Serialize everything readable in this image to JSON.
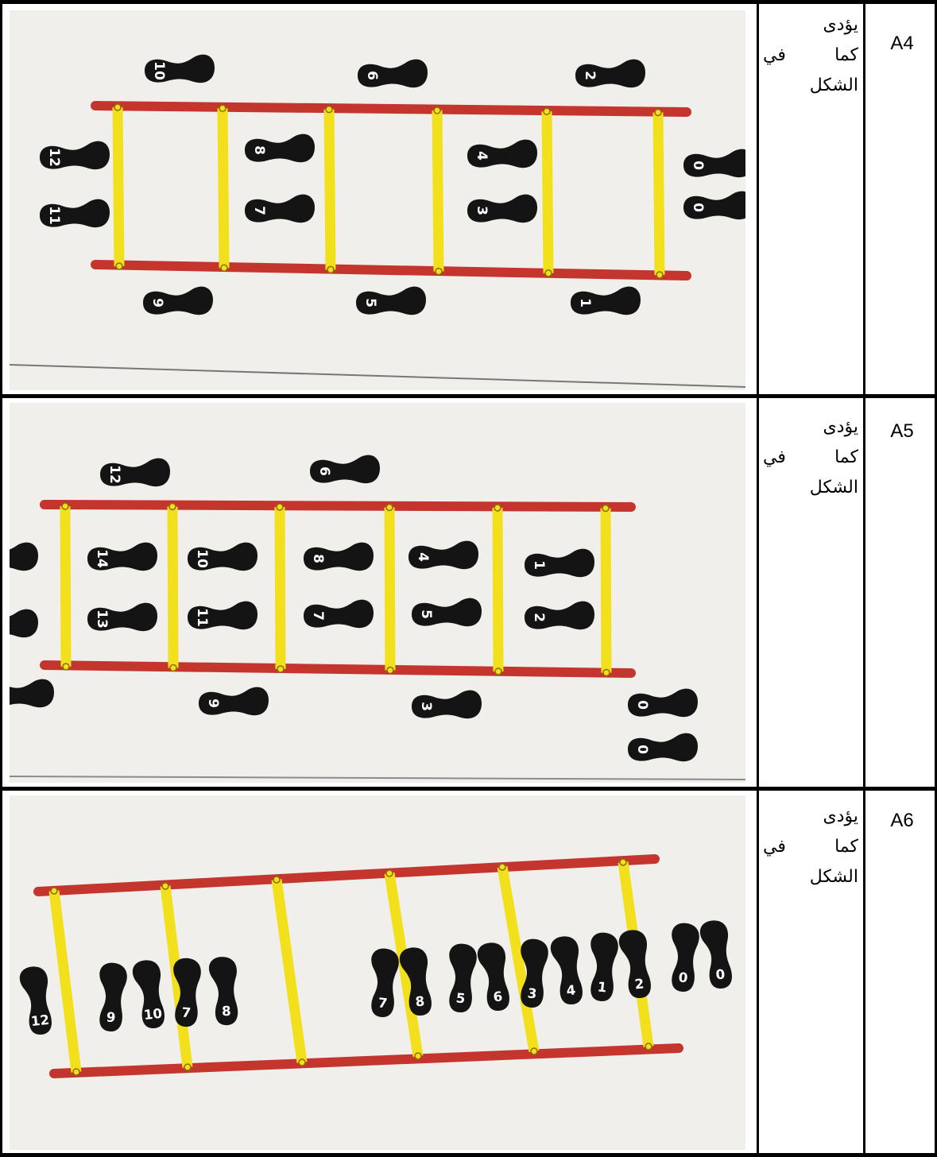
{
  "rows": [
    {
      "label": "A4",
      "description": [
        "يؤدى",
        "كما في",
        "الشكل"
      ],
      "figure": {
        "footprints": [
          "0",
          "0",
          "1",
          "2",
          "3",
          "4",
          "5",
          "6",
          "7",
          "8",
          "9",
          "10",
          "11",
          "12"
        ]
      }
    },
    {
      "label": "A5",
      "description": [
        "يؤدى",
        "كما في",
        "الشكل"
      ],
      "figure": {
        "footprints": [
          "0",
          "0",
          "1",
          "2",
          "3",
          "4",
          "5",
          "6",
          "7",
          "8",
          "9",
          "10",
          "11",
          "12",
          "13",
          "14"
        ]
      }
    },
    {
      "label": "A6",
      "description": [
        "يؤدى",
        "كما في",
        "الشكل"
      ],
      "figure": {
        "footprints": [
          "0",
          "0",
          "2",
          "1",
          "4",
          "3",
          "6",
          "5",
          "8",
          "7",
          "10",
          "9",
          "12"
        ]
      }
    }
  ],
  "colors": {
    "rail": "#c4362d",
    "rung": "#f2e01c",
    "foot": "#141414",
    "paper": "#f1efec"
  }
}
